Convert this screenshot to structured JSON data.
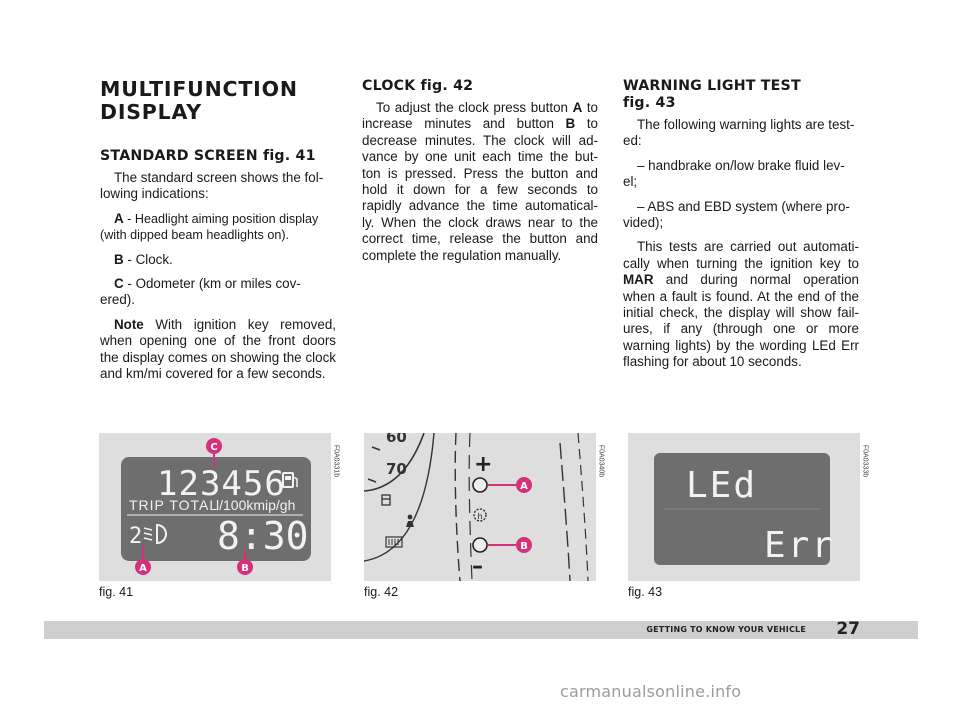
{
  "left": {
    "title_line1": "MULTIFUNCTION",
    "title_line2": "DISPLAY",
    "heading": "STANDARD SCREEN fig. 41",
    "intro": "The standard screen shows the fol- lowing indications:",
    "item_a_key": "A",
    "item_a_text": " - Headlight aiming position display (with dipped beam headlights on).",
    "item_b_key": "B",
    "item_b_text": " - Clock.",
    "item_c_key": "C",
    "item_c_text": " - Odometer (km or miles cov- ered).",
    "note_key": "Note",
    "note_text": " With ignition key removed, when opening one of the front doors the display comes on showing the clock and km/mi covered for a few seconds."
  },
  "middle": {
    "heading": "CLOCK fig. 42",
    "body_1": "To adjust the clock press button ",
    "key_a": "A",
    "body_2": " to increase minutes and button ",
    "key_b": "B",
    "body_3": " to decrease minutes. The clock will ad- vance by one unit each time the but- ton is pressed. Press the button and hold it down for a few seconds to rapidly advance the time automatical- ly. When the clock draws near to the correct time, release the button and complete the regulation manually."
  },
  "right": {
    "heading_line1": "WARNING LIGHT TEST",
    "heading_line2": "fig. 43",
    "intro": "The following warning lights are test- ed:",
    "item_1": "– handbrake on/low brake fluid lev- el;",
    "item_2": "– ABS and EBD system (where pro- vided);",
    "body_1": "This tests are carried out automati- cally when turning the ignition key to ",
    "key_mar": "MAR",
    "body_2": " and during normal operation when a fault is found. At the end of the initial check, the display will show fail- ures, if any (through one or more warning lights) by the wording LEd Err flashing for about 10 seconds."
  },
  "fig41": {
    "code": "F0A0331b",
    "caption": "fig. 41",
    "odometer": "123456",
    "trip_label": "TRIP TOTAL",
    "unit_label": "l/100kmip/gh",
    "aim_level": "2",
    "clock": "8:30",
    "callout_c": "C",
    "callout_a": "A",
    "callout_b": "B"
  },
  "fig42": {
    "code": "F0A0340b",
    "caption": "fig. 42",
    "speed_60": "60",
    "speed_70": "70",
    "plus": "+",
    "minus": "–",
    "callout_a": "A",
    "callout_b": "B"
  },
  "fig43": {
    "code": "F0A0333b",
    "caption": "fig. 43",
    "line1": "LEd",
    "line2": "Err"
  },
  "footer": {
    "section": "GETTING TO KNOW YOUR VEHICLE",
    "page": "27"
  },
  "watermark": "carmanualsonline.info",
  "colors": {
    "callout_pink": "#d6307a",
    "lcd_bg": "#6e6e6e",
    "lcd_text": "#f2f2f2",
    "figure_bg": "#dedede",
    "footer_bar": "#cfcfcf"
  }
}
